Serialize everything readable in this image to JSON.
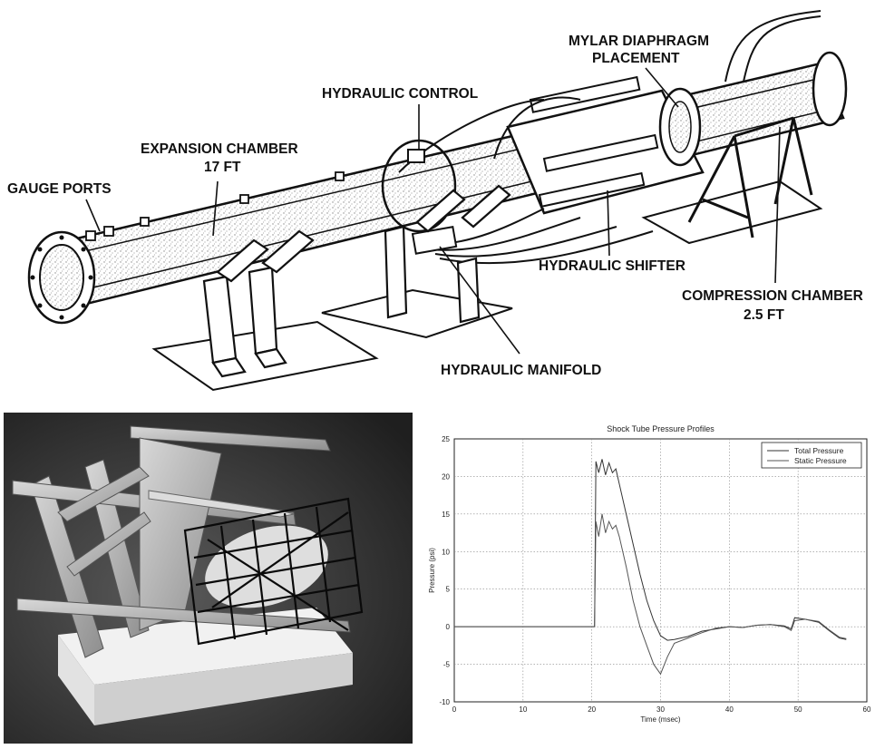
{
  "diagram": {
    "labels": {
      "gauge_ports": "GAUGE PORTS",
      "expansion_chamber": "EXPANSION CHAMBER",
      "expansion_length": "17 FT",
      "hydraulic_control": "HYDRAULIC CONTROL",
      "mylar_line1": "MYLAR DIAPHRAGM",
      "mylar_line2": "PLACEMENT",
      "hydraulic_shifter": "HYDRAULIC SHIFTER",
      "compression_chamber": "COMPRESSION CHAMBER",
      "compression_length": "2.5 FT",
      "hydraulic_manifold": "HYDRAULIC MANIFOLD"
    },
    "colors": {
      "ink": "#111111",
      "speckle": "#9a9a9a"
    }
  },
  "photo": {
    "colors": {
      "background": "#3a3a3a",
      "metal": "#b9b9b9",
      "base": "#e6e6e6",
      "net": "#0c0c0c",
      "specimen": "#dddddd"
    }
  },
  "chart_data": {
    "type": "line",
    "title": "Shock Tube Pressure Profiles",
    "xlabel": "Time (msec)",
    "ylabel": "Pressure (psi)",
    "xlim": [
      0,
      60
    ],
    "ylim": [
      -10,
      25
    ],
    "xticks": [
      0,
      10,
      20,
      30,
      40,
      50,
      60
    ],
    "yticks": [
      -10,
      -5,
      0,
      5,
      10,
      15,
      20,
      25
    ],
    "grid": true,
    "legend_position": "top-right",
    "series": [
      {
        "name": "Total Pressure",
        "color": "#333333",
        "points": [
          [
            0,
            0
          ],
          [
            19,
            0
          ],
          [
            20.4,
            0
          ],
          [
            20.6,
            22
          ],
          [
            21,
            20.5
          ],
          [
            21.5,
            22.3
          ],
          [
            22,
            20.2
          ],
          [
            22.5,
            21.8
          ],
          [
            23,
            20.5
          ],
          [
            23.5,
            21
          ],
          [
            24,
            19
          ],
          [
            25,
            15
          ],
          [
            26,
            11
          ],
          [
            27,
            7
          ],
          [
            28,
            3.5
          ],
          [
            29,
            0.8
          ],
          [
            30,
            -1.2
          ],
          [
            31,
            -1.8
          ],
          [
            32,
            -1.7
          ],
          [
            34,
            -1.3
          ],
          [
            36,
            -0.6
          ],
          [
            38,
            -0.3
          ],
          [
            40,
            0
          ],
          [
            42,
            -0.1
          ],
          [
            44,
            0.2
          ],
          [
            46,
            0.3
          ],
          [
            48,
            0.1
          ],
          [
            49,
            -0.3
          ],
          [
            49.5,
            1.2
          ],
          [
            51,
            1
          ],
          [
            53,
            0.6
          ],
          [
            54.5,
            -0.5
          ],
          [
            56,
            -1.5
          ],
          [
            57,
            -1.7
          ]
        ]
      },
      {
        "name": "Static Pressure",
        "color": "#555555",
        "points": [
          [
            0,
            0
          ],
          [
            19,
            0
          ],
          [
            20.4,
            0
          ],
          [
            20.6,
            14
          ],
          [
            21,
            12
          ],
          [
            21.5,
            15
          ],
          [
            22,
            12.5
          ],
          [
            22.5,
            14
          ],
          [
            23,
            13
          ],
          [
            23.5,
            13.5
          ],
          [
            24,
            12
          ],
          [
            25,
            8
          ],
          [
            26,
            3.5
          ],
          [
            27,
            0
          ],
          [
            28,
            -2.5
          ],
          [
            29,
            -5
          ],
          [
            30,
            -6.3
          ],
          [
            31,
            -4
          ],
          [
            32,
            -2.2
          ],
          [
            34,
            -1.5
          ],
          [
            36,
            -0.8
          ],
          [
            38,
            -0.2
          ],
          [
            40,
            0
          ],
          [
            42,
            -0.1
          ],
          [
            44,
            0.2
          ],
          [
            46,
            0.3
          ],
          [
            48,
            0
          ],
          [
            49,
            -0.5
          ],
          [
            49.5,
            0.8
          ],
          [
            51,
            1
          ],
          [
            53,
            0.7
          ],
          [
            54.5,
            -0.4
          ],
          [
            56,
            -1.4
          ],
          [
            57,
            -1.6
          ]
        ]
      }
    ]
  }
}
